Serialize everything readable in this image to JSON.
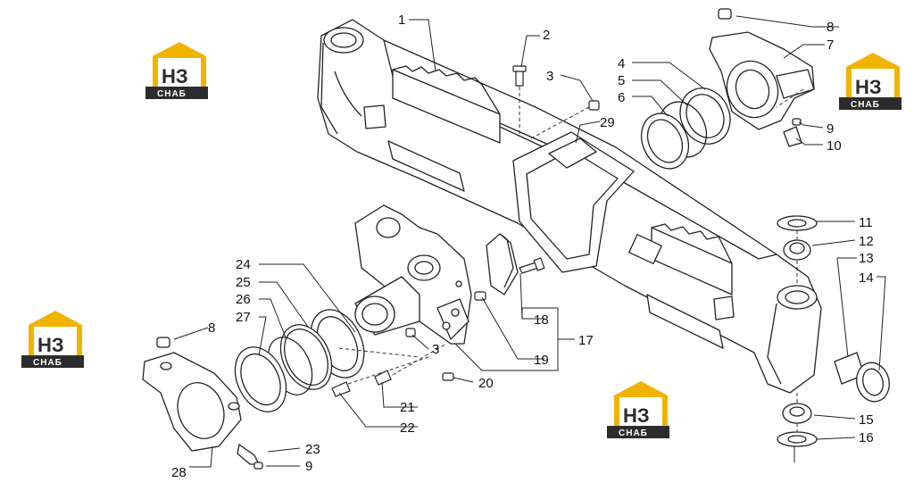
{
  "logo": {
    "main_text": "НЗ",
    "sub_text": "СНАБ",
    "accent_color": "#f0b400",
    "dark_color": "#2c2c2c"
  },
  "callouts": [
    {
      "id": "c1",
      "text": "1"
    },
    {
      "id": "c2",
      "text": "2"
    },
    {
      "id": "c3a",
      "text": "3"
    },
    {
      "id": "c4",
      "text": "4"
    },
    {
      "id": "c5",
      "text": "5"
    },
    {
      "id": "c6",
      "text": "6"
    },
    {
      "id": "c7",
      "text": "7"
    },
    {
      "id": "c8a",
      "text": "8"
    },
    {
      "id": "c9a",
      "text": "9"
    },
    {
      "id": "c10",
      "text": "10"
    },
    {
      "id": "c11",
      "text": "11"
    },
    {
      "id": "c12",
      "text": "12"
    },
    {
      "id": "c13",
      "text": "13"
    },
    {
      "id": "c14",
      "text": "14"
    },
    {
      "id": "c15",
      "text": "15"
    },
    {
      "id": "c16",
      "text": "16"
    },
    {
      "id": "c17",
      "text": "17"
    },
    {
      "id": "c18",
      "text": "18"
    },
    {
      "id": "c19",
      "text": "19"
    },
    {
      "id": "c20",
      "text": "20"
    },
    {
      "id": "c21",
      "text": "21"
    },
    {
      "id": "c22",
      "text": "22"
    },
    {
      "id": "c23",
      "text": "23"
    },
    {
      "id": "c24",
      "text": "24"
    },
    {
      "id": "c25",
      "text": "25"
    },
    {
      "id": "c26",
      "text": "26"
    },
    {
      "id": "c27",
      "text": "27"
    },
    {
      "id": "c28",
      "text": "28"
    },
    {
      "id": "c29",
      "text": "29"
    },
    {
      "id": "c3b",
      "text": "3"
    },
    {
      "id": "c8b",
      "text": "8"
    },
    {
      "id": "c9b",
      "text": "9"
    }
  ]
}
